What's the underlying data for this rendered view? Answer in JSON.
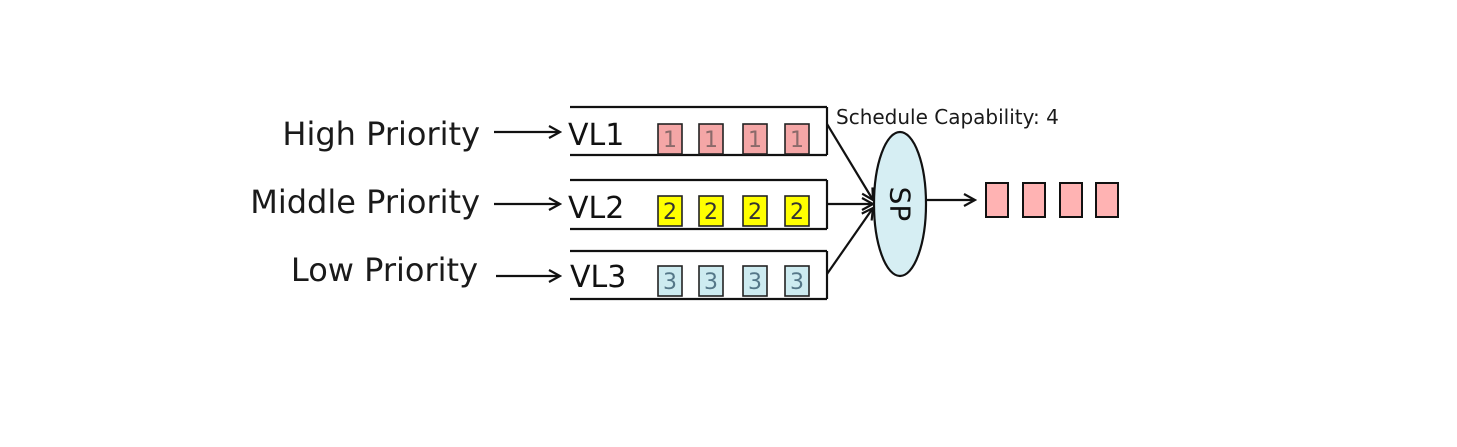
{
  "queues": [
    {
      "priority_label": "High Priority",
      "vl_label": "VL1",
      "packet_text": "1",
      "packet_count": 4,
      "packet_fill": "#f4a6a6",
      "packet_text_color": "#8a6a6a"
    },
    {
      "priority_label": "Middle Priority",
      "vl_label": "VL2",
      "packet_text": "2",
      "packet_count": 4,
      "packet_fill": "#ffff00",
      "packet_text_color": "#333333"
    },
    {
      "priority_label": "Low Priority",
      "vl_label": "VL3",
      "packet_text": "3",
      "packet_count": 4,
      "packet_fill": "#cdebf0",
      "packet_text_color": "#557788"
    }
  ],
  "scheduler": {
    "label": "SP",
    "capability_label": "Schedule Capability: 4",
    "fill": "#d6eef3"
  },
  "output": {
    "packet_count": 4,
    "packet_fill": "#ffb3b3"
  }
}
